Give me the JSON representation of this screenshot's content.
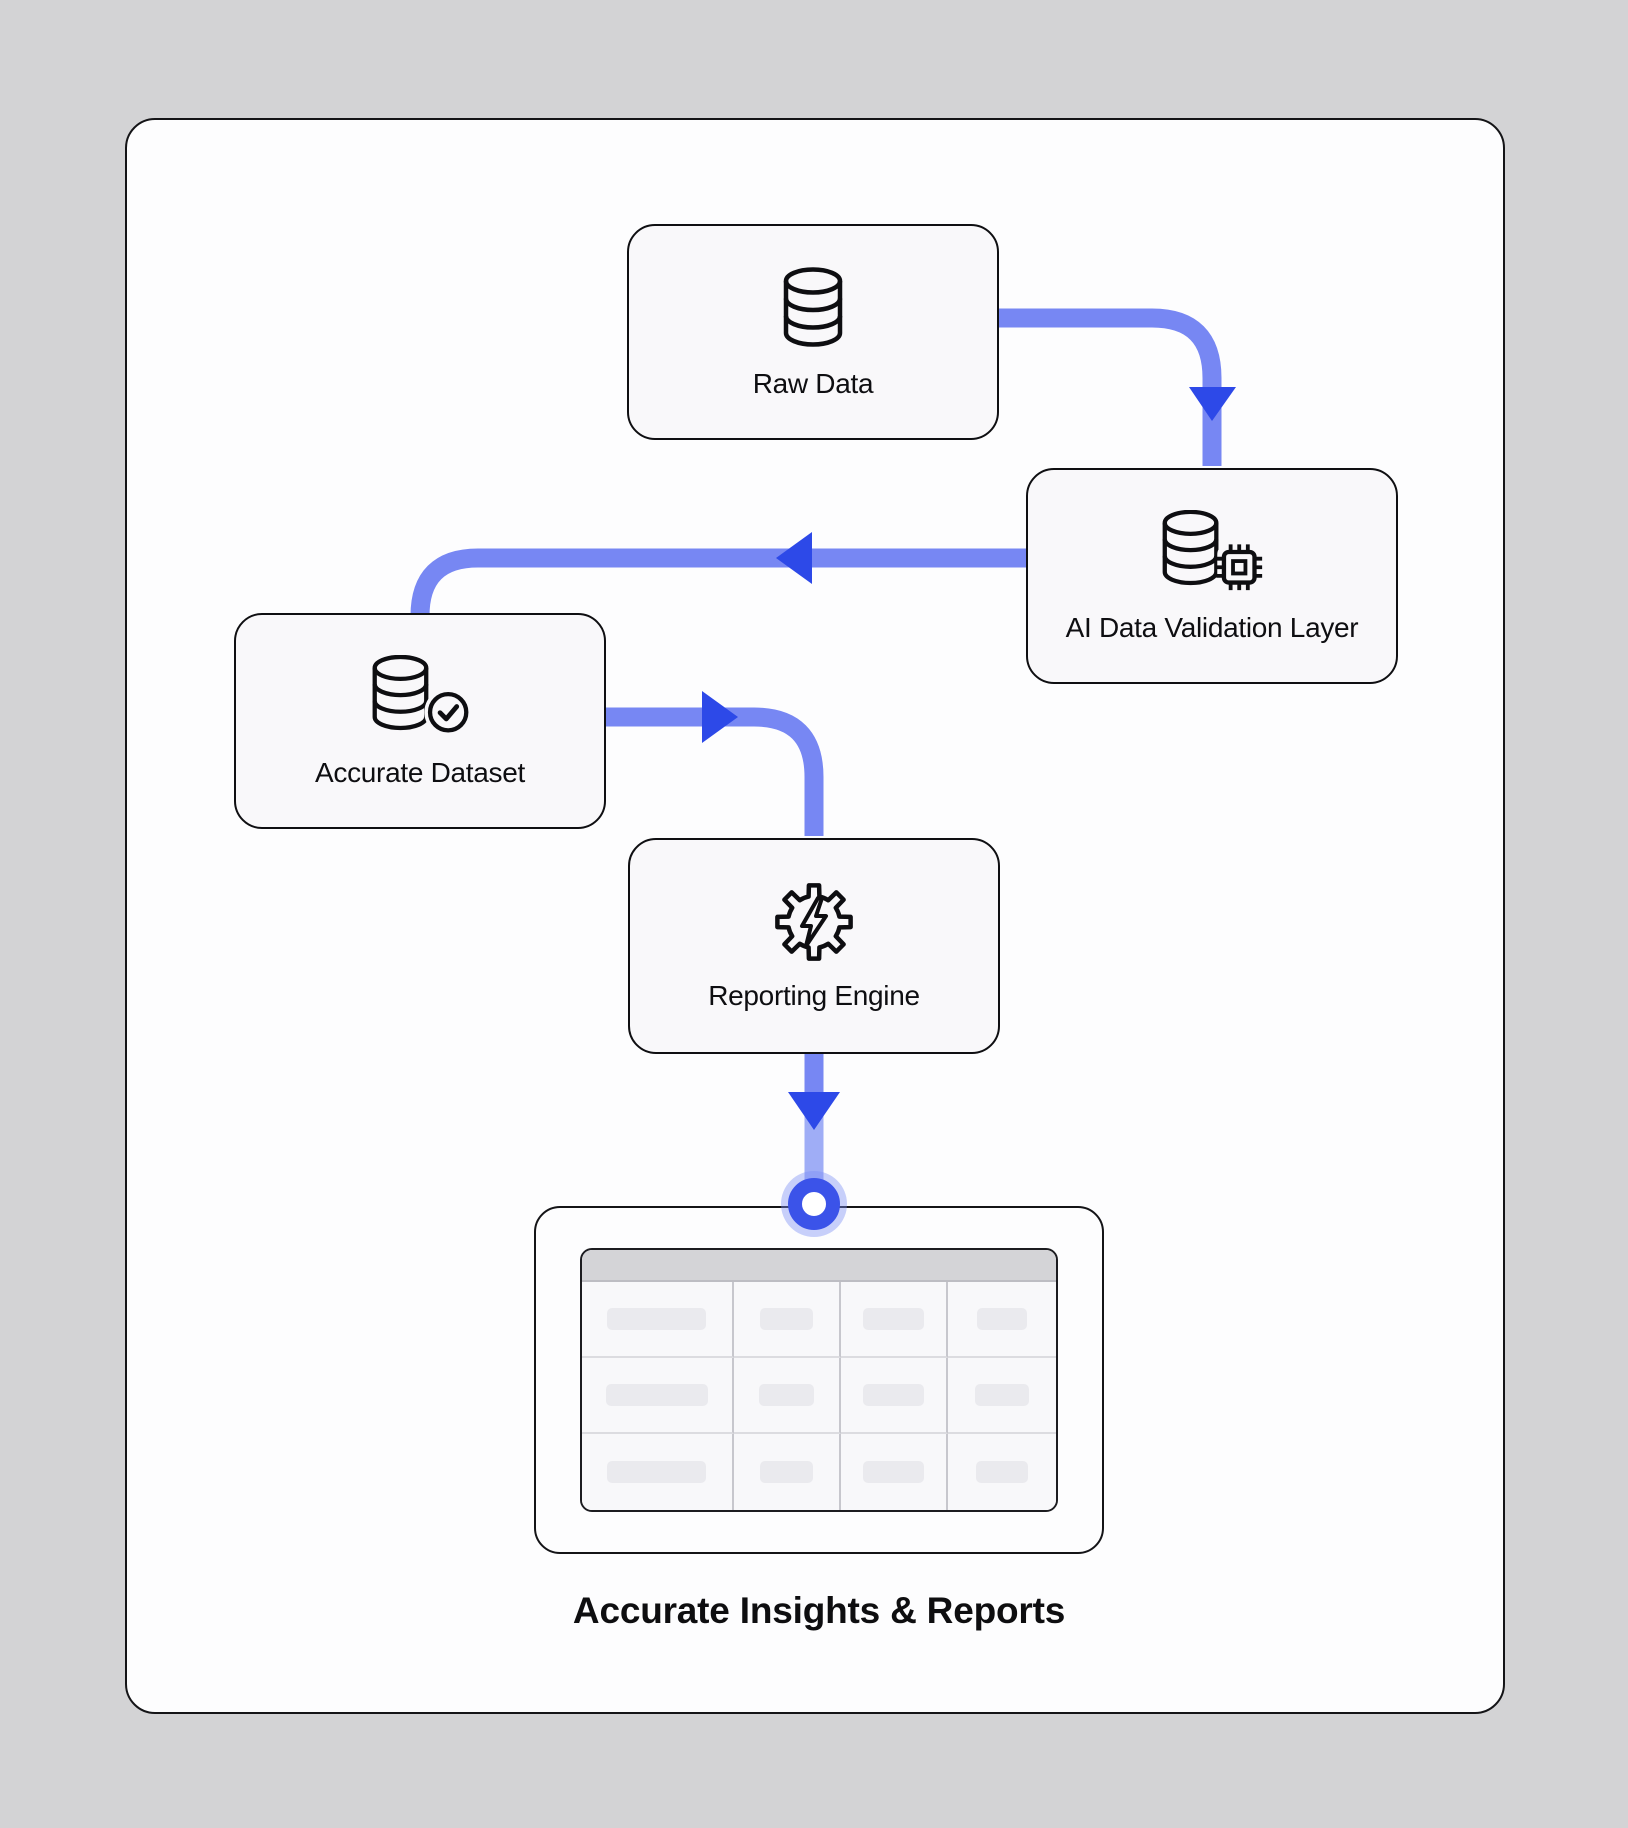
{
  "diagram": {
    "caption": "Accurate Insights & Reports",
    "nodes": [
      {
        "label": "Raw Data",
        "icon": "database-icon"
      },
      {
        "label": "AI Data Validation Layer",
        "icon": "database-chip-icon"
      },
      {
        "label": "Accurate Dataset",
        "icon": "database-check-icon"
      },
      {
        "label": "Reporting Engine",
        "icon": "gear-lightning-icon"
      }
    ],
    "edges": [
      {
        "from": "Raw Data",
        "to": "AI Data Validation Layer"
      },
      {
        "from": "AI Data Validation Layer",
        "to": "Accurate Dataset"
      },
      {
        "from": "Accurate Dataset",
        "to": "Reporting Engine"
      },
      {
        "from": "Reporting Engine",
        "to": "Accurate Insights & Reports"
      }
    ],
    "report_table": {
      "rows": 3,
      "columns": 4,
      "has_header_bar": true
    },
    "colors": {
      "page_background": "#d3d3d5",
      "card_background": "#fdfdfe",
      "node_fill": "#f9f8fa",
      "node_border": "#0f0f12",
      "connector": "#7787f3",
      "connector_trail": "#9fadf6",
      "arrowhead": "#2d49e8",
      "endpoint_ring": "#3b53e9",
      "endpoint_halo": "#7c8ef6",
      "table_header": "#d4d4d7",
      "table_cell": "#f8f8fa",
      "skeleton_bar": "#eaeaee"
    }
  }
}
